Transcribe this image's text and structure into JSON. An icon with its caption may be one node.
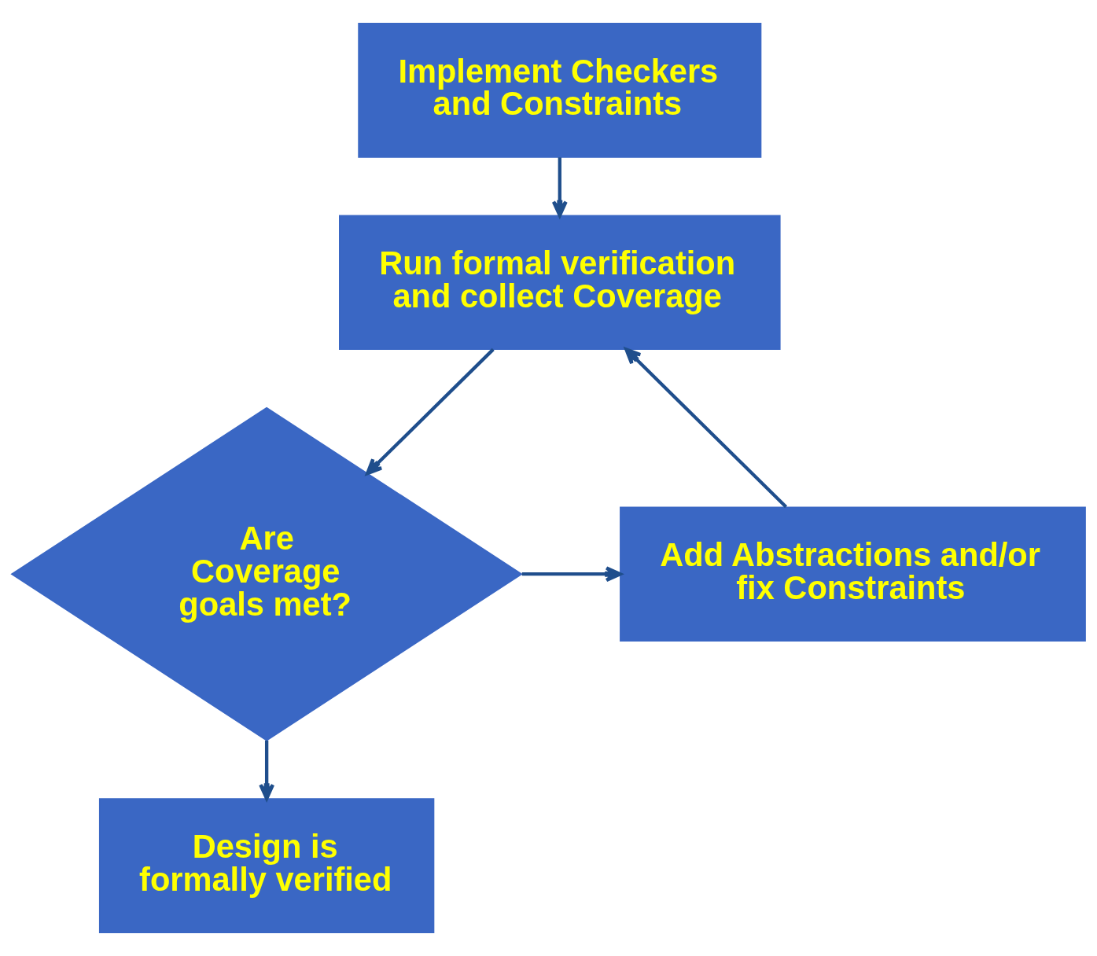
{
  "diagram": {
    "nodes": [
      {
        "text": [
          "Implement Checkers and Constraints"
        ]
      },
      {
        "text": [
          "Run formal verification and collect Coverage"
        ]
      },
      {
        "text": [
          "Add Abstractions and/or fix Constraints"
        ]
      },
      {
        "text": [
          "Are Coverage goals met?"
        ]
      },
      {
        "text": [
          "Design is formally verified"
        ]
      }
    ],
    "edges": [
      {
        "from": 0,
        "to": 1,
        "arrow": "to"
      },
      {
        "from": 2,
        "to": 1,
        "arrow": "to"
      },
      {
        "from": 1,
        "to": 3,
        "arrow": "to"
      },
      {
        "from": 3,
        "to": 2,
        "arrow": "to"
      },
      {
        "from": 3,
        "to": 4,
        "arrow": "to"
      }
    ]
  }
}
